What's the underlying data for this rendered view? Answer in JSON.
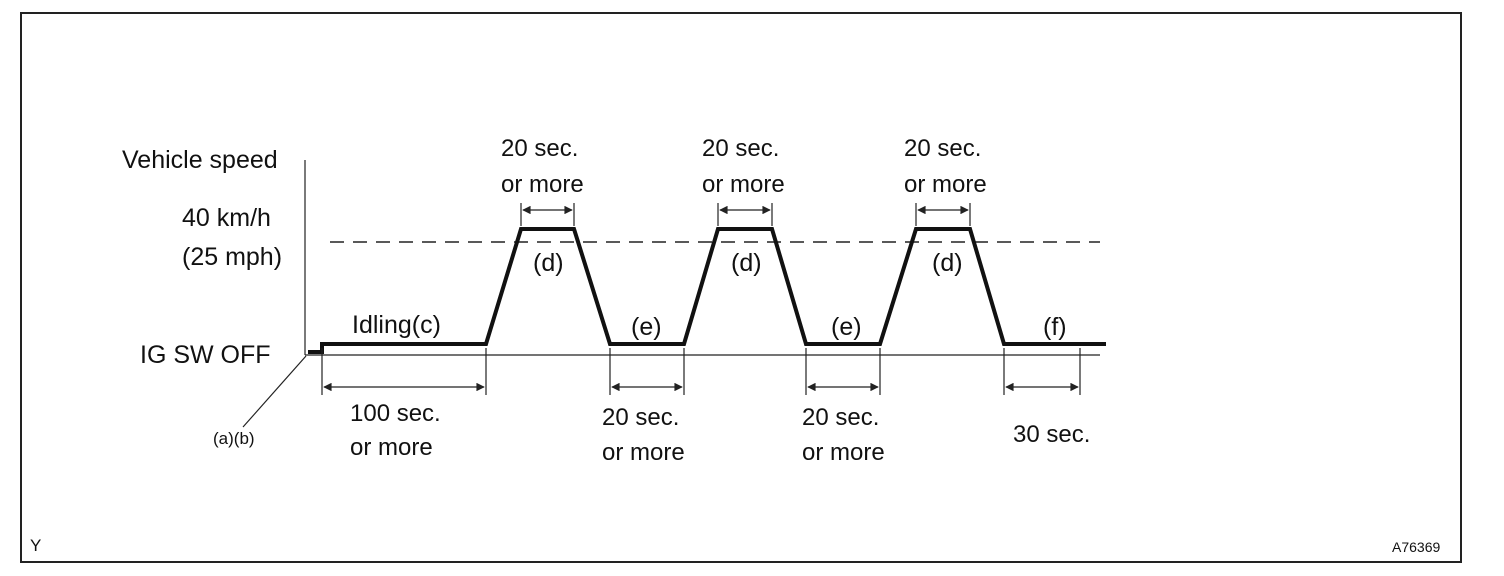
{
  "axis": {
    "y_label": "Vehicle speed",
    "speed_kmh": "40 km/h",
    "speed_mph": "(25 mph)",
    "baseline": "IG SW OFF"
  },
  "steps": {
    "ab": "(a)(b)",
    "idling": "Idling(c)",
    "d1": "(d)",
    "d2": "(d)",
    "d3": "(d)",
    "e1": "(e)",
    "e2": "(e)",
    "f": "(f)"
  },
  "durations": {
    "idle_top": "100 sec.",
    "idle_bottom": "or more",
    "d1_top": "20 sec.",
    "d1_bottom": "or more",
    "d2_top": "20 sec.",
    "d2_bottom": "or more",
    "d3_top": "20 sec.",
    "d3_bottom": "or more",
    "e1_top": "20 sec.",
    "e1_bottom": "or more",
    "e2_top": "20 sec.",
    "e2_bottom": "or more",
    "f": "30 sec."
  },
  "corner": {
    "left": "Y",
    "right": "A76369"
  }
}
